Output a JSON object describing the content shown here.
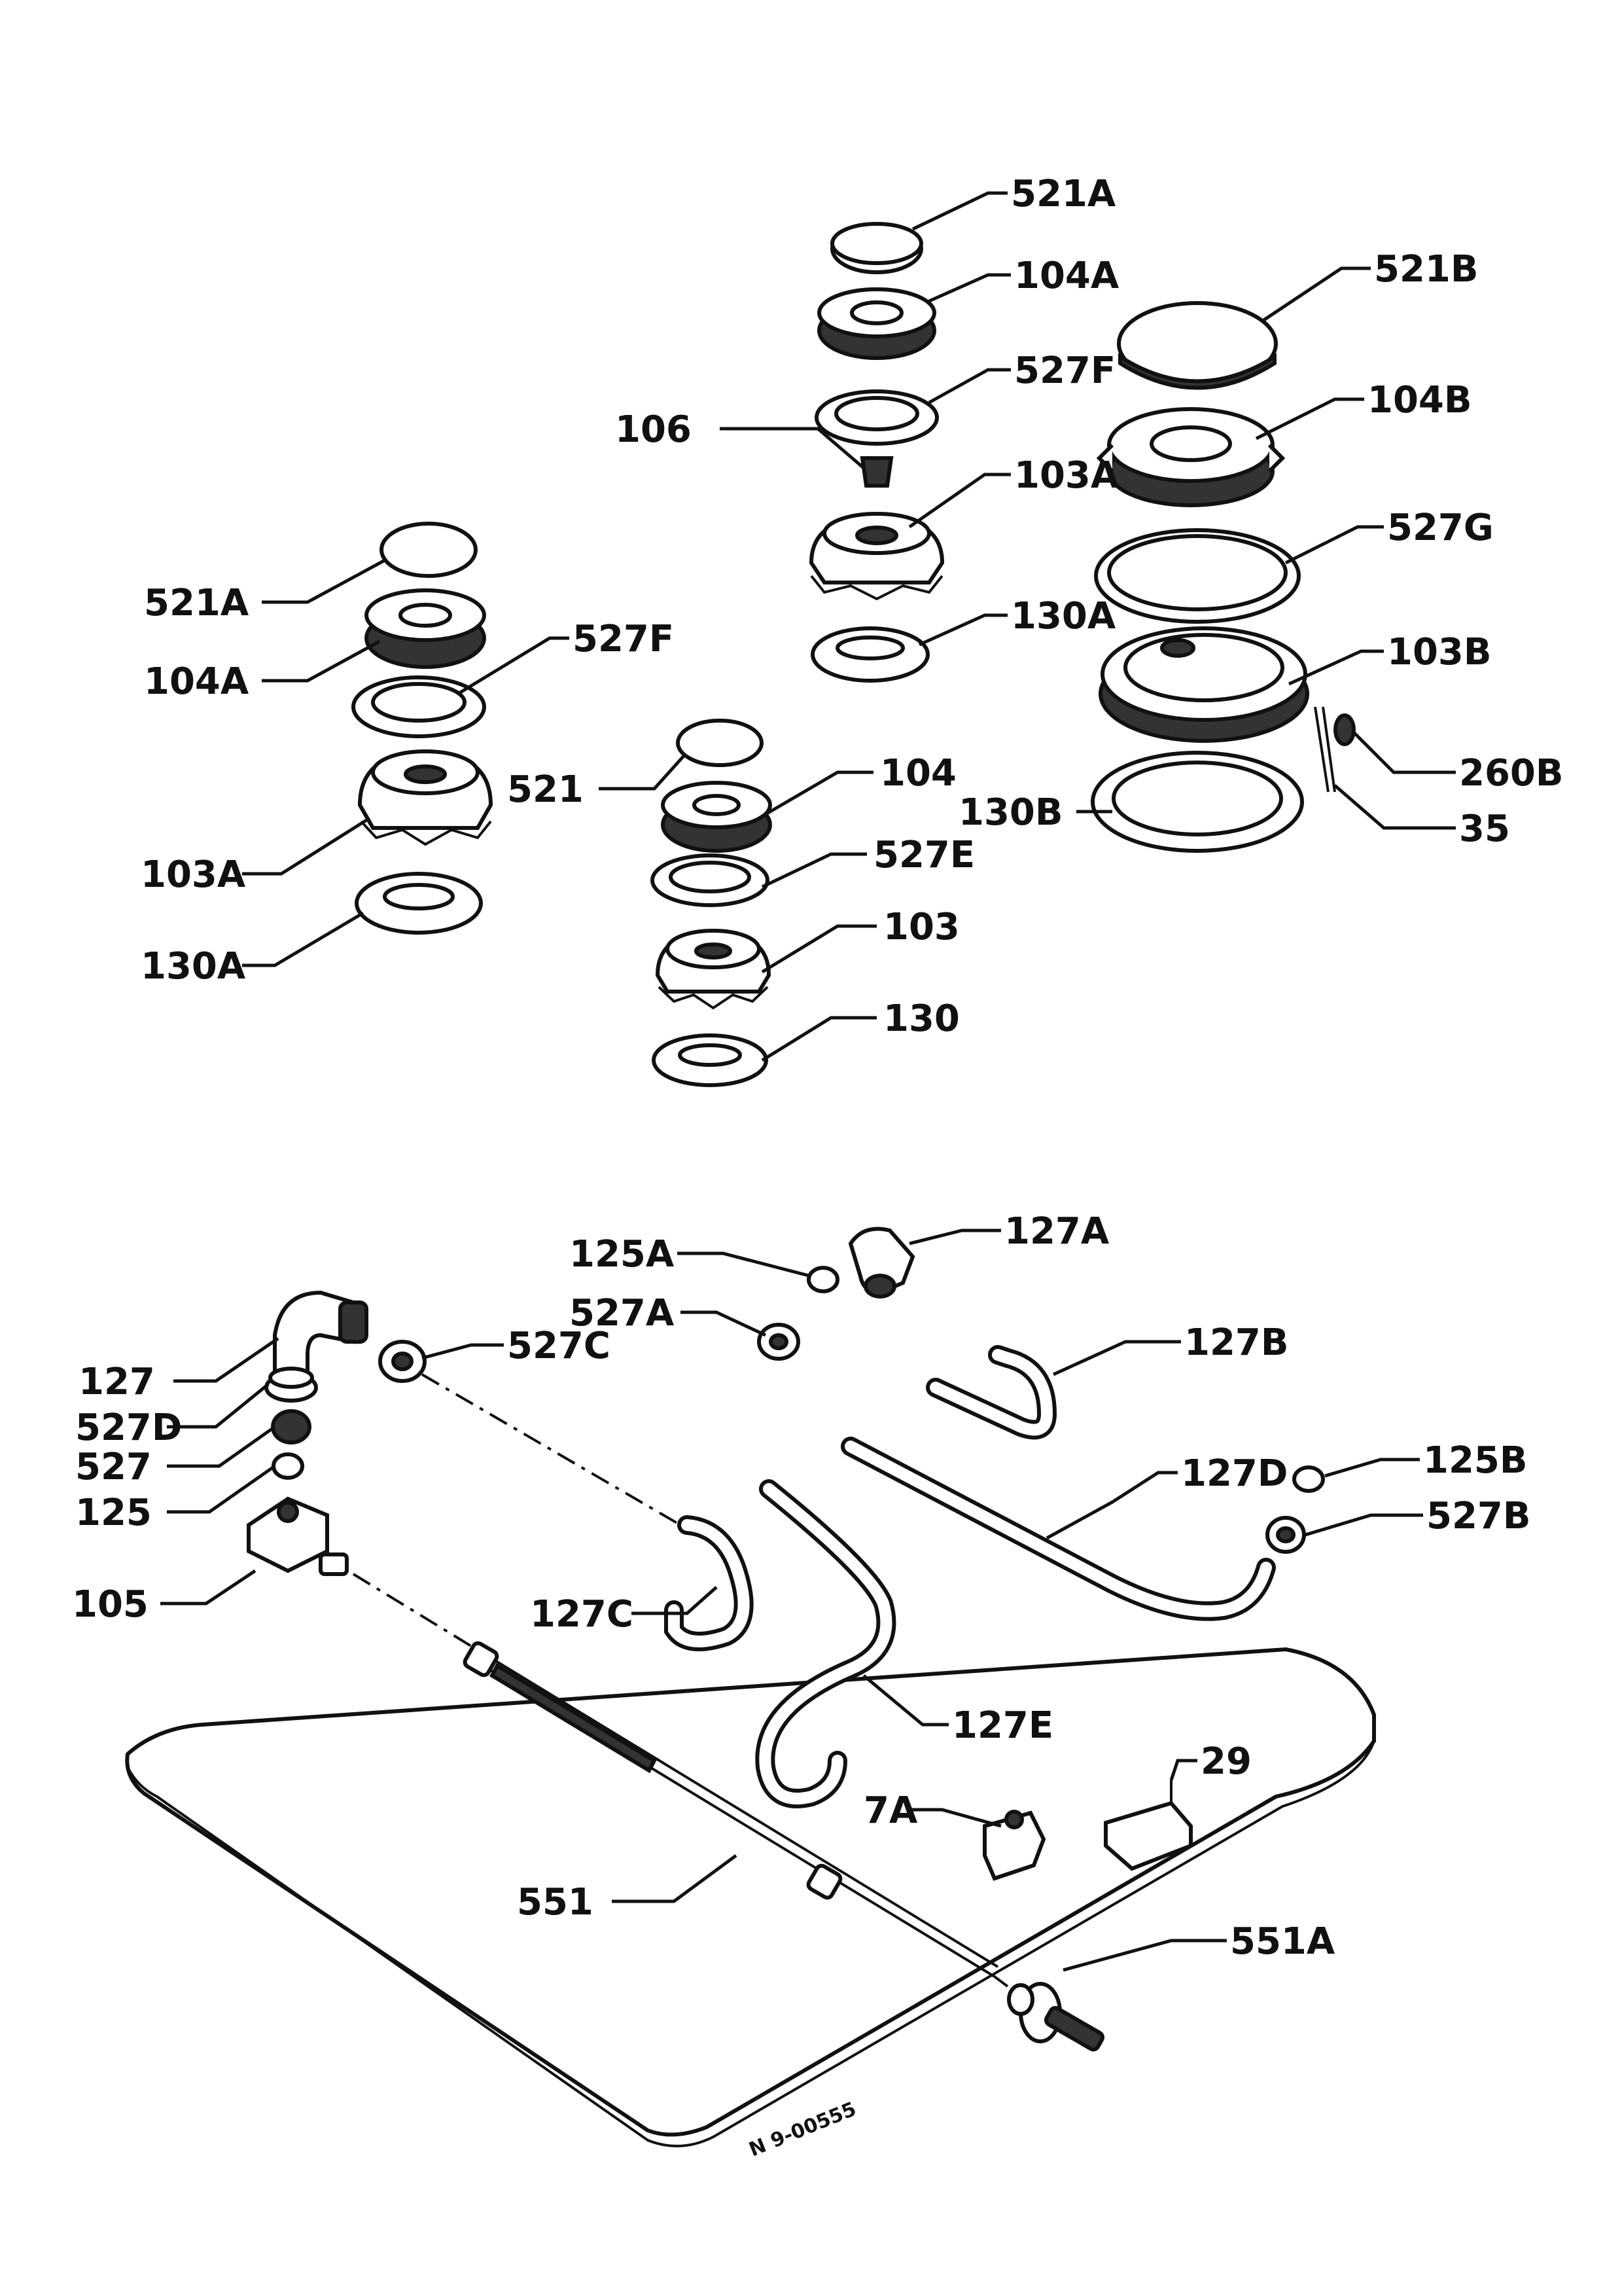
{
  "diagram": {
    "reference": "N 9-00555",
    "labels": {
      "l521a_top": "521A",
      "l104a_top": "104A",
      "l527f_top": "527F",
      "l106": "106",
      "l103a_top": "103A",
      "l130a_top": "130A",
      "l521b": "521B",
      "l104b": "104B",
      "l527g": "527G",
      "l103b": "103B",
      "l260b": "260B",
      "l35": "35",
      "l130b": "130B",
      "l521a_left": "521A",
      "l104a_left": "104A",
      "l527f_left": "527F",
      "l103a_left": "103A",
      "l130a_left": "130A",
      "l521": "521",
      "l104": "104",
      "l527e": "527E",
      "l103": "103",
      "l130": "130",
      "l125a": "125A",
      "l527a": "527A",
      "l127a": "127A",
      "l127": "127",
      "l527d": "527D",
      "l527": "527",
      "l125": "125",
      "l105": "105",
      "l527c": "527C",
      "l127b": "127B",
      "l127d": "127D",
      "l125b": "125B",
      "l527b": "527B",
      "l127c": "127C",
      "l127e": "127E",
      "l7a": "7A",
      "l29": "29",
      "l551": "551",
      "l551a": "551A"
    }
  }
}
